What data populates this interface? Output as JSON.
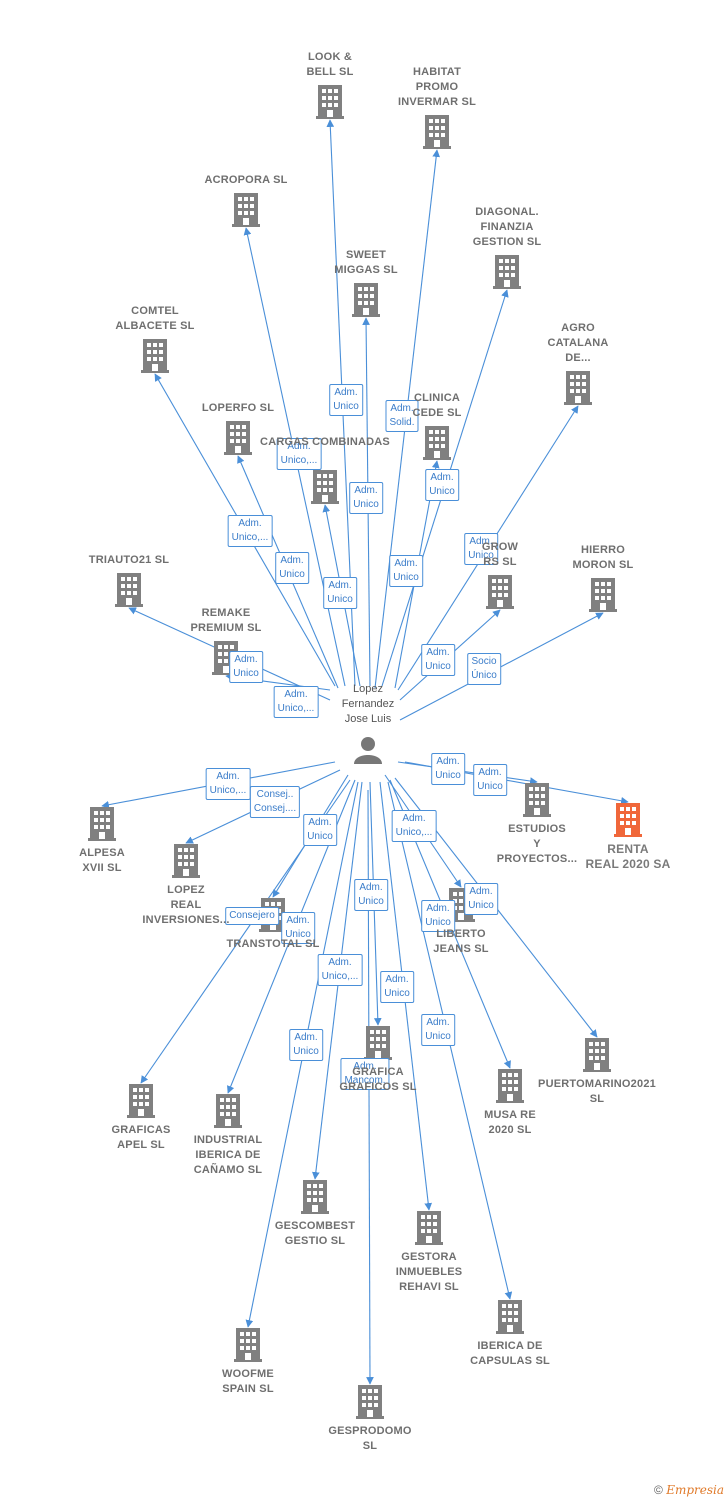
{
  "person": {
    "name": "Lopez\nFernandez\nJose Luis"
  },
  "colors": {
    "link": "#4a8fd8",
    "building": "#808080",
    "highlight": "#f0673a"
  },
  "copyright": {
    "symbol": "©",
    "brand": "Empresia"
  },
  "companies": [
    {
      "id": "look-bell",
      "label": "LOOK &\nBELL  SL"
    },
    {
      "id": "habitat",
      "label": "HABITAT\nPROMO\nINVERMAR SL"
    },
    {
      "id": "acropora",
      "label": "ACROPORA  SL"
    },
    {
      "id": "diagonal",
      "label": "DIAGONAL.\nFINANZIA\nGESTION SL"
    },
    {
      "id": "sweet",
      "label": "SWEET\nMIGGAS  SL"
    },
    {
      "id": "comtel",
      "label": "COMTEL\nALBACETE  SL"
    },
    {
      "id": "agro",
      "label": "AGRO\nCATALANA\nDE..."
    },
    {
      "id": "loperfo",
      "label": "LOPERFO SL"
    },
    {
      "id": "clinica",
      "label": "CLINICA\nCEDE  SL"
    },
    {
      "id": "cargas",
      "label": "CARGAS COMBINADAS"
    },
    {
      "id": "grow",
      "label": "GROW\nRS  SL"
    },
    {
      "id": "triauto",
      "label": "TRIAUTO21  SL"
    },
    {
      "id": "hierro",
      "label": "HIERRO\nMORON  SL"
    },
    {
      "id": "remake",
      "label": "REMAKE\nPREMIUM SL"
    },
    {
      "id": "alpesa",
      "label": "ALPESA\nXVII  SL"
    },
    {
      "id": "lopez-real",
      "label": "LOPEZ\nREAL\nINVERSIONES..."
    },
    {
      "id": "estudios",
      "label": "ESTUDIOS\nY\nPROYECTOS..."
    },
    {
      "id": "renta",
      "label": "RENTA\nREAL 2020 SA"
    },
    {
      "id": "transtotal",
      "label": "TRANSTOTAL SL"
    },
    {
      "id": "liberto",
      "label": "LIBERTO\nJEANS  SL"
    },
    {
      "id": "graficas",
      "label": "GRAFICAS\nAPEL SL"
    },
    {
      "id": "industrial",
      "label": "INDUSTRIAL\nIBERICA DE\nCAÑAMO  SL"
    },
    {
      "id": "grafica-graficos",
      "label": "GRAFICA\nGRAFICOS  SL"
    },
    {
      "id": "musa",
      "label": "MUSA RE\n2020  SL"
    },
    {
      "id": "puertomarino",
      "label": "PUERTOMARINO2021\nSL"
    },
    {
      "id": "gescombest",
      "label": "GESCOMBEST\nGESTIO SL"
    },
    {
      "id": "gestora",
      "label": "GESTORA\nINMUEBLES\nREHAVI  SL"
    },
    {
      "id": "iberica",
      "label": "IBERICA DE\nCAPSULAS  SL"
    },
    {
      "id": "woofme",
      "label": "WOOFME\nSPAIN  SL"
    },
    {
      "id": "gesprodomo",
      "label": "GESPRODOMO\nSL"
    }
  ],
  "relations": [
    {
      "id": "r-look-bell",
      "label": "Adm.\nUnico"
    },
    {
      "id": "r-diagonal",
      "label": "Adm.\nSolid."
    },
    {
      "id": "r-acropora",
      "label": "Adm.\nUnico,..."
    },
    {
      "id": "r-sweet",
      "label": "Adm.\nUnico"
    },
    {
      "id": "r-clinica",
      "label": "Adm.\nUnico"
    },
    {
      "id": "r-comtel",
      "label": "Adm.\nUnico,..."
    },
    {
      "id": "r-loperfo",
      "label": "Adm.\nUnico"
    },
    {
      "id": "r-cargas",
      "label": "Adm.\nUnico"
    },
    {
      "id": "r-habitat",
      "label": "Adm.\nUnico"
    },
    {
      "id": "r-agro",
      "label": "Adm.\nUnico"
    },
    {
      "id": "r-remake",
      "label": "Adm.\nUnico"
    },
    {
      "id": "r-triauto",
      "label": "Adm.\nUnico,..."
    },
    {
      "id": "r-grow",
      "label": "Adm.\nUnico"
    },
    {
      "id": "r-hierro",
      "label": "Socio\nÚnico"
    },
    {
      "id": "r-estudios",
      "label": "Adm.\nUnico"
    },
    {
      "id": "r-renta",
      "label": "Adm.\nUnico"
    },
    {
      "id": "r-alpesa",
      "label": "Adm.\nUnico,..."
    },
    {
      "id": "r-lopez-real",
      "label": "Consej..\nConsej...."
    },
    {
      "id": "r-transtotal",
      "label": "Adm.\nUnico"
    },
    {
      "id": "r-liberto-a",
      "label": "Adm.\nUnico,..."
    },
    {
      "id": "r-graficas",
      "label": "Consejero"
    },
    {
      "id": "r-industrial",
      "label": "Adm.\nUnico"
    },
    {
      "id": "r-gescombest",
      "label": "Adm.\nUnico,..."
    },
    {
      "id": "r-musa",
      "label": "Adm.\nUnico"
    },
    {
      "id": "r-puertomarino",
      "label": "Adm.\nUnico"
    },
    {
      "id": "r-woofme",
      "label": "Adm.\nUnico"
    },
    {
      "id": "r-grafica-graficos",
      "label": "Adm.\nUnico"
    },
    {
      "id": "r-gestora",
      "label": "Adm.\nUnico"
    },
    {
      "id": "r-iberica",
      "label": "Adm.\nUnico"
    },
    {
      "id": "r-gesprodomo",
      "label": "Adm.\nMancom."
    },
    {
      "id": "r-woofme-b",
      "label": "Adm.\nUnico"
    }
  ]
}
